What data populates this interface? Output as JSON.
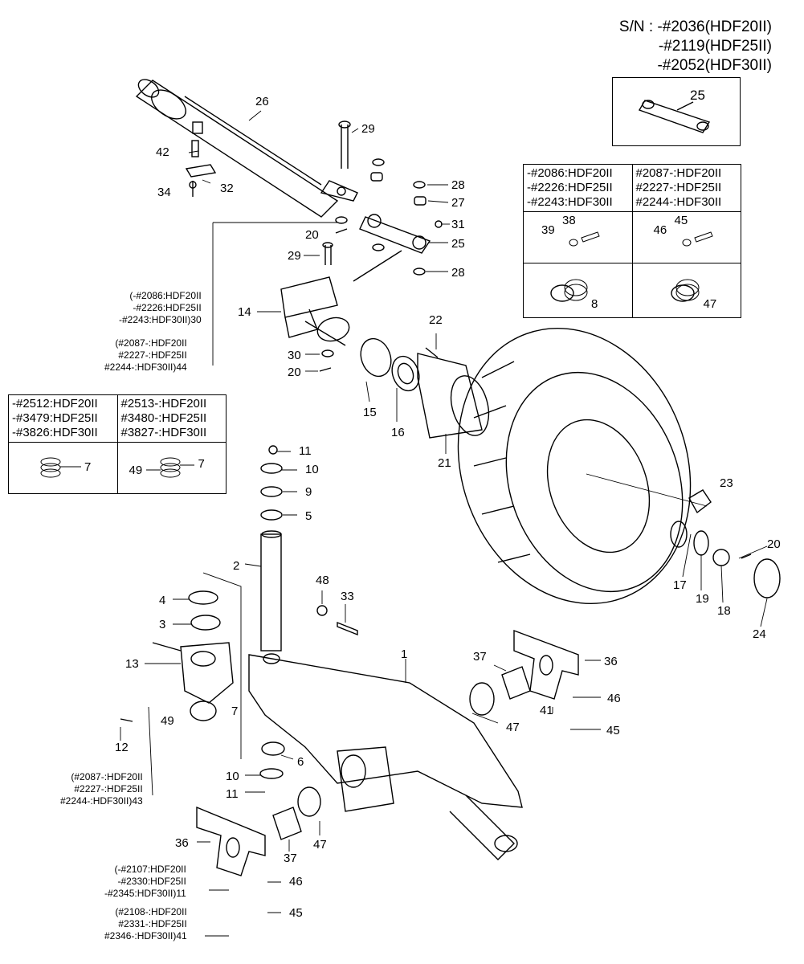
{
  "serial": {
    "lines": [
      "S/N : -#2036(HDF20II)",
      "-#2119(HDF25II)",
      "-#2052(HDF30II)"
    ]
  },
  "inset_25": {
    "label": "25"
  },
  "table_right": {
    "left_header": [
      "-#2086:HDF20II",
      "-#2226:HDF25II",
      "-#2243:HDF30II"
    ],
    "right_header": [
      "#2087-:HDF20II",
      "#2227-:HDF25II",
      "#2244-:HDF30II"
    ],
    "left_parts": [
      "39",
      "38",
      "8"
    ],
    "right_parts": [
      "46",
      "45",
      "47"
    ]
  },
  "table_left": {
    "left_header": [
      "-#2512:HDF20II",
      "-#3479:HDF25II",
      "-#3826:HDF30II"
    ],
    "right_header": [
      "#2513-:HDF20II",
      "#3480-:HDF25II",
      "#3827-:HDF30II"
    ],
    "left_parts": [
      "7"
    ],
    "right_parts": [
      "49",
      "7"
    ]
  },
  "notes": {
    "n30": [
      "(-#2086:HDF20II",
      "-#2226:HDF25II",
      "-#2243:HDF30II)30"
    ],
    "n44": [
      "(#2087-:HDF20II",
      "#2227-:HDF25II",
      "#2244-:HDF30II)44"
    ],
    "n43": [
      "(#2087-:HDF20II",
      "#2227-:HDF25II",
      "#2244-:HDF30II)43"
    ],
    "n11": [
      "(-#2107:HDF20II",
      "-#2330:HDF25II",
      "-#2345:HDF30II)11"
    ],
    "n41": [
      "(#2108-:HDF20II",
      "#2331-:HDF25II",
      "#2346-:HDF30II)41"
    ]
  },
  "part_numbers": {
    "p26": "26",
    "p29a": "29",
    "p42": "42",
    "p32": "32",
    "p34": "34",
    "p28a": "28",
    "p27": "27",
    "p31": "31",
    "p20a": "20",
    "p25": "25",
    "p29b": "29",
    "p28b": "28",
    "p14": "14",
    "p22": "22",
    "p30": "30",
    "p20b": "20",
    "p15": "15",
    "p16": "16",
    "p21": "21",
    "p11a": "11",
    "p10a": "10",
    "p9": "9",
    "p5": "5",
    "p23": "23",
    "p2": "2",
    "p20c": "20",
    "p17": "17",
    "p19": "19",
    "p18": "18",
    "p24": "24",
    "p48": "48",
    "p33": "33",
    "p4": "4",
    "p3": "3",
    "p1": "1",
    "p37a": "37",
    "p36a": "36",
    "p13": "13",
    "p7": "7",
    "p46a": "46",
    "p41a": "41",
    "p47a": "47",
    "p49": "49",
    "p45a": "45",
    "p12": "12",
    "p6": "6",
    "p10b": "10",
    "p11b": "11",
    "p36b": "36",
    "p37b": "37",
    "p47b": "47",
    "p46b": "46",
    "p45b": "45"
  }
}
